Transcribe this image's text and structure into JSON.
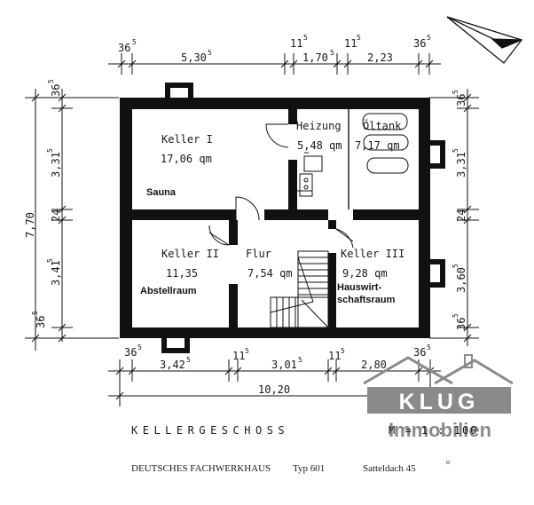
{
  "compass": {
    "icon": "north-arrow-icon"
  },
  "dimensions": {
    "top": {
      "segments": [
        "36",
        "5,30",
        "11",
        "1,70",
        "11",
        "2,23",
        "36"
      ],
      "superscripts": [
        "5",
        "5",
        "5",
        "5",
        "5",
        "5"
      ]
    },
    "bottom": {
      "segments": [
        "36",
        "3,42",
        "11",
        "3,01",
        "11",
        "2,80",
        "36"
      ],
      "superscripts": [
        "5",
        "5",
        "5",
        "5",
        "5",
        "5"
      ],
      "total": "10,20"
    },
    "left": {
      "segments": [
        "36",
        "3,31",
        "24",
        "3,41",
        "36"
      ],
      "superscripts": [
        "5",
        "5",
        "5",
        "5"
      ],
      "total": "7,70"
    },
    "right": {
      "segments": [
        "36",
        "3,31",
        "24",
        "3,60",
        "36"
      ],
      "superscripts": [
        "5",
        "5",
        "5",
        "5"
      ]
    }
  },
  "rooms": {
    "keller1": {
      "name": "Keller I",
      "area": "17,06 qm",
      "use": "Sauna"
    },
    "heizung": {
      "name": "Heizung",
      "area": "5,48 qm"
    },
    "oeltank": {
      "name": "Öltank",
      "area": "7,17 qm"
    },
    "keller2": {
      "name": "Keller II",
      "area": "11,35",
      "use": "Abstellraum"
    },
    "flur": {
      "name": "Flur",
      "area": "7,54 qm"
    },
    "keller3": {
      "name": "Keller III",
      "area": "9,28 qm",
      "use_line1": "Hauswirt-",
      "use_line2": "schaftsraum"
    }
  },
  "floor_title": "KELLERGESCHOSS",
  "scale": "M = 1 : 100",
  "footer": {
    "house": "DEUTSCHES FACHWERKHAUS",
    "type": "Typ 601",
    "roof": "Satteldach 45",
    "roof_degree": "o"
  },
  "logo": {
    "line1": "KLUG",
    "line2": "Immobilien",
    "color": "#8a8a8a"
  }
}
